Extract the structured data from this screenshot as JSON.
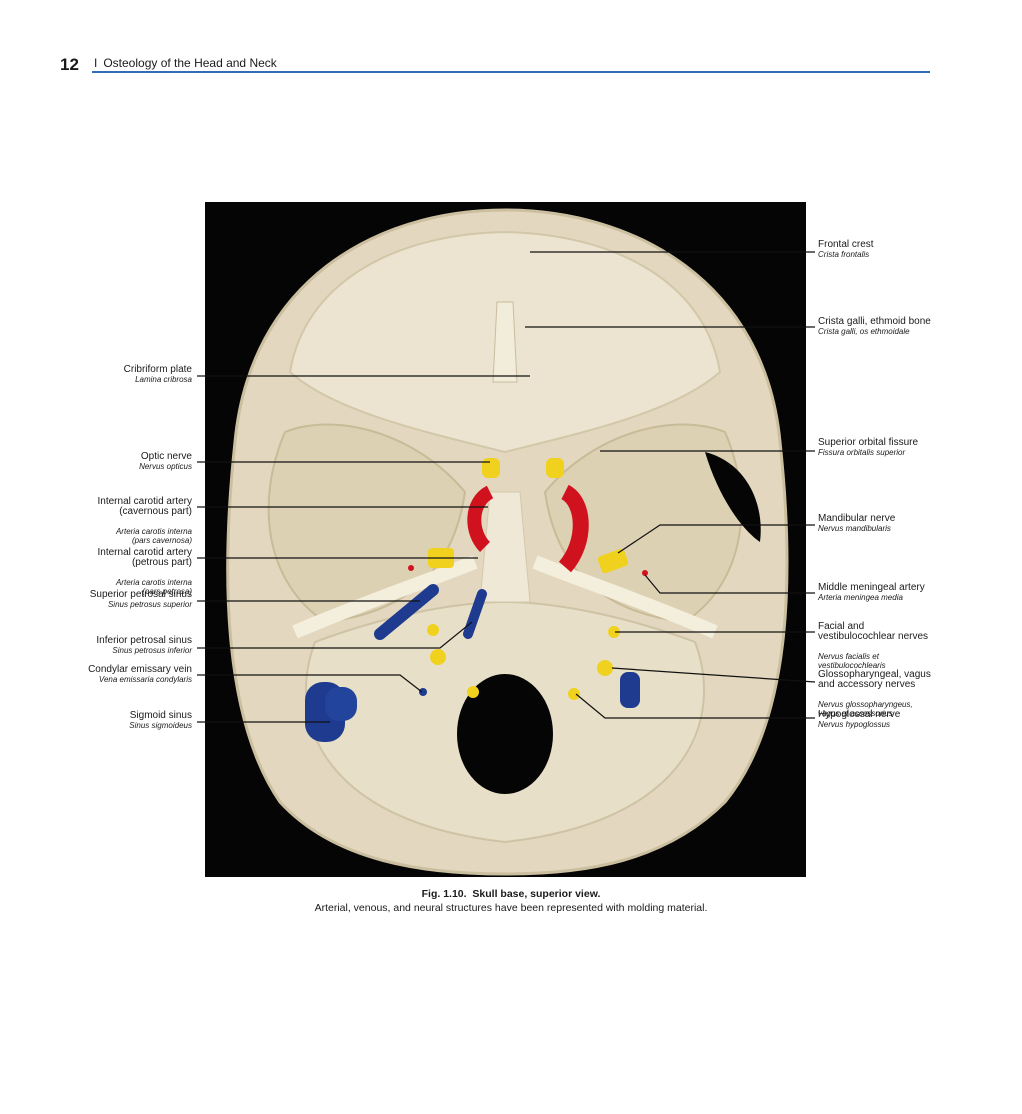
{
  "header": {
    "page_number": "12",
    "separator": "I",
    "chapter_title": "Osteology of the Head and Neck",
    "accent_color": "#2f6db5"
  },
  "figure": {
    "id": "Fig. 1.10.",
    "title": "Skull base, superior view.",
    "caption": "Arterial, venous, and neural structures have been represented with molding material."
  },
  "labels_left": [
    {
      "main": "Cribriform plate",
      "latin": "Lamina cribrosa"
    },
    {
      "main": "Optic nerve",
      "latin": "Nervus opticus"
    },
    {
      "main": "Internal carotid artery\n(cavernous part)",
      "latin": "Arteria carotis interna\n(pars cavernosa)"
    },
    {
      "main": "Internal carotid artery\n(petrous part)",
      "latin": "Arteria carotis interna\n(pars petrosa)"
    },
    {
      "main": "Superior petrosal sinus",
      "latin": "Sinus petrosus superior"
    },
    {
      "main": "Inferior petrosal sinus",
      "latin": "Sinus petrosus inferior"
    },
    {
      "main": "Condylar emissary vein",
      "latin": "Vena emissaria condylaris"
    },
    {
      "main": "Sigmoid sinus",
      "latin": "Sinus sigmoideus"
    }
  ],
  "labels_right": [
    {
      "main": "Frontal crest",
      "latin": "Crista frontalis"
    },
    {
      "main": "Crista galli, ethmoid bone",
      "latin": "Crista galli, os ethmoidale"
    },
    {
      "main": "Superior orbital fissure",
      "latin": "Fissura orbitalis superior"
    },
    {
      "main": "Mandibular nerve",
      "latin": "Nervus mandibularis"
    },
    {
      "main": "Middle meningeal artery",
      "latin": "Arteria meningea media"
    },
    {
      "main": "Facial and\nvestibulocochlear nerves",
      "latin": "Nervus facialis et\nvestibulocochlearis"
    },
    {
      "main": "Glossopharyngeal, vagus\nand accessory nerves",
      "latin": "Nervus glossopharyngeus,\nvagus et accessorius"
    },
    {
      "main": "Hypoglossal nerve",
      "latin": "Nervus hypoglossus"
    }
  ],
  "colors": {
    "bone": "#e6dcc4",
    "nerve": "#f0d21e",
    "artery": "#d0121e",
    "vein": "#1e3b8f"
  }
}
